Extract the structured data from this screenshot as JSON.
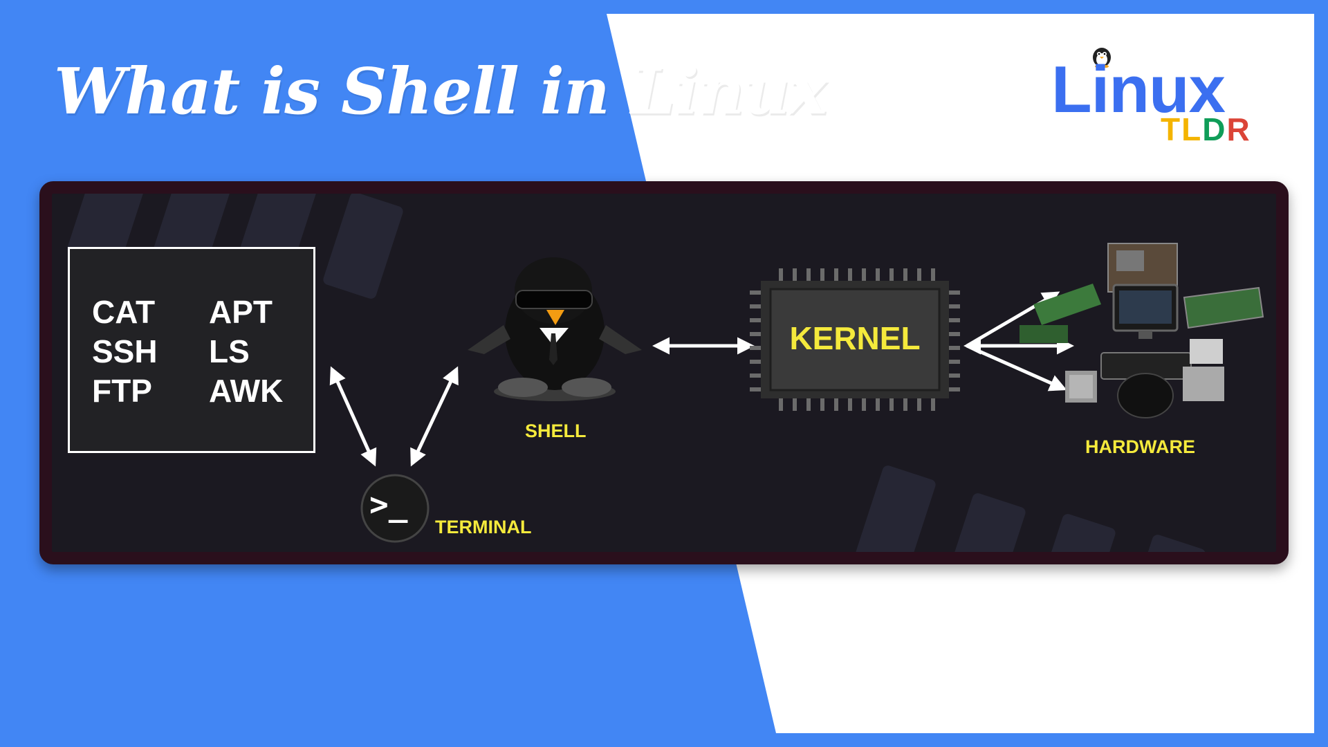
{
  "title": "What is Shell in Linux",
  "logo": {
    "word": "Linux",
    "sub_letters": [
      {
        "char": "T",
        "color": "#f4b400"
      },
      {
        "char": "L",
        "color": "#f4b400"
      },
      {
        "char": "D",
        "color": "#0f9d58"
      },
      {
        "char": "R",
        "color": "#db4437"
      }
    ]
  },
  "commands": [
    "CAT",
    "SSH",
    "FTP",
    "APT",
    "LS",
    "AWK"
  ],
  "labels": {
    "shell": "SHELL",
    "kernel": "KERNEL",
    "hardware": "HARDWARE",
    "terminal": "TERMINAL",
    "prompt": ">_"
  },
  "colors": {
    "background_blue": "#4286f4",
    "panel": "#1b1921",
    "panel_border": "#2a0f1c",
    "label_yellow": "#f5ea3c",
    "logo_blue": "#3b6ff0"
  }
}
